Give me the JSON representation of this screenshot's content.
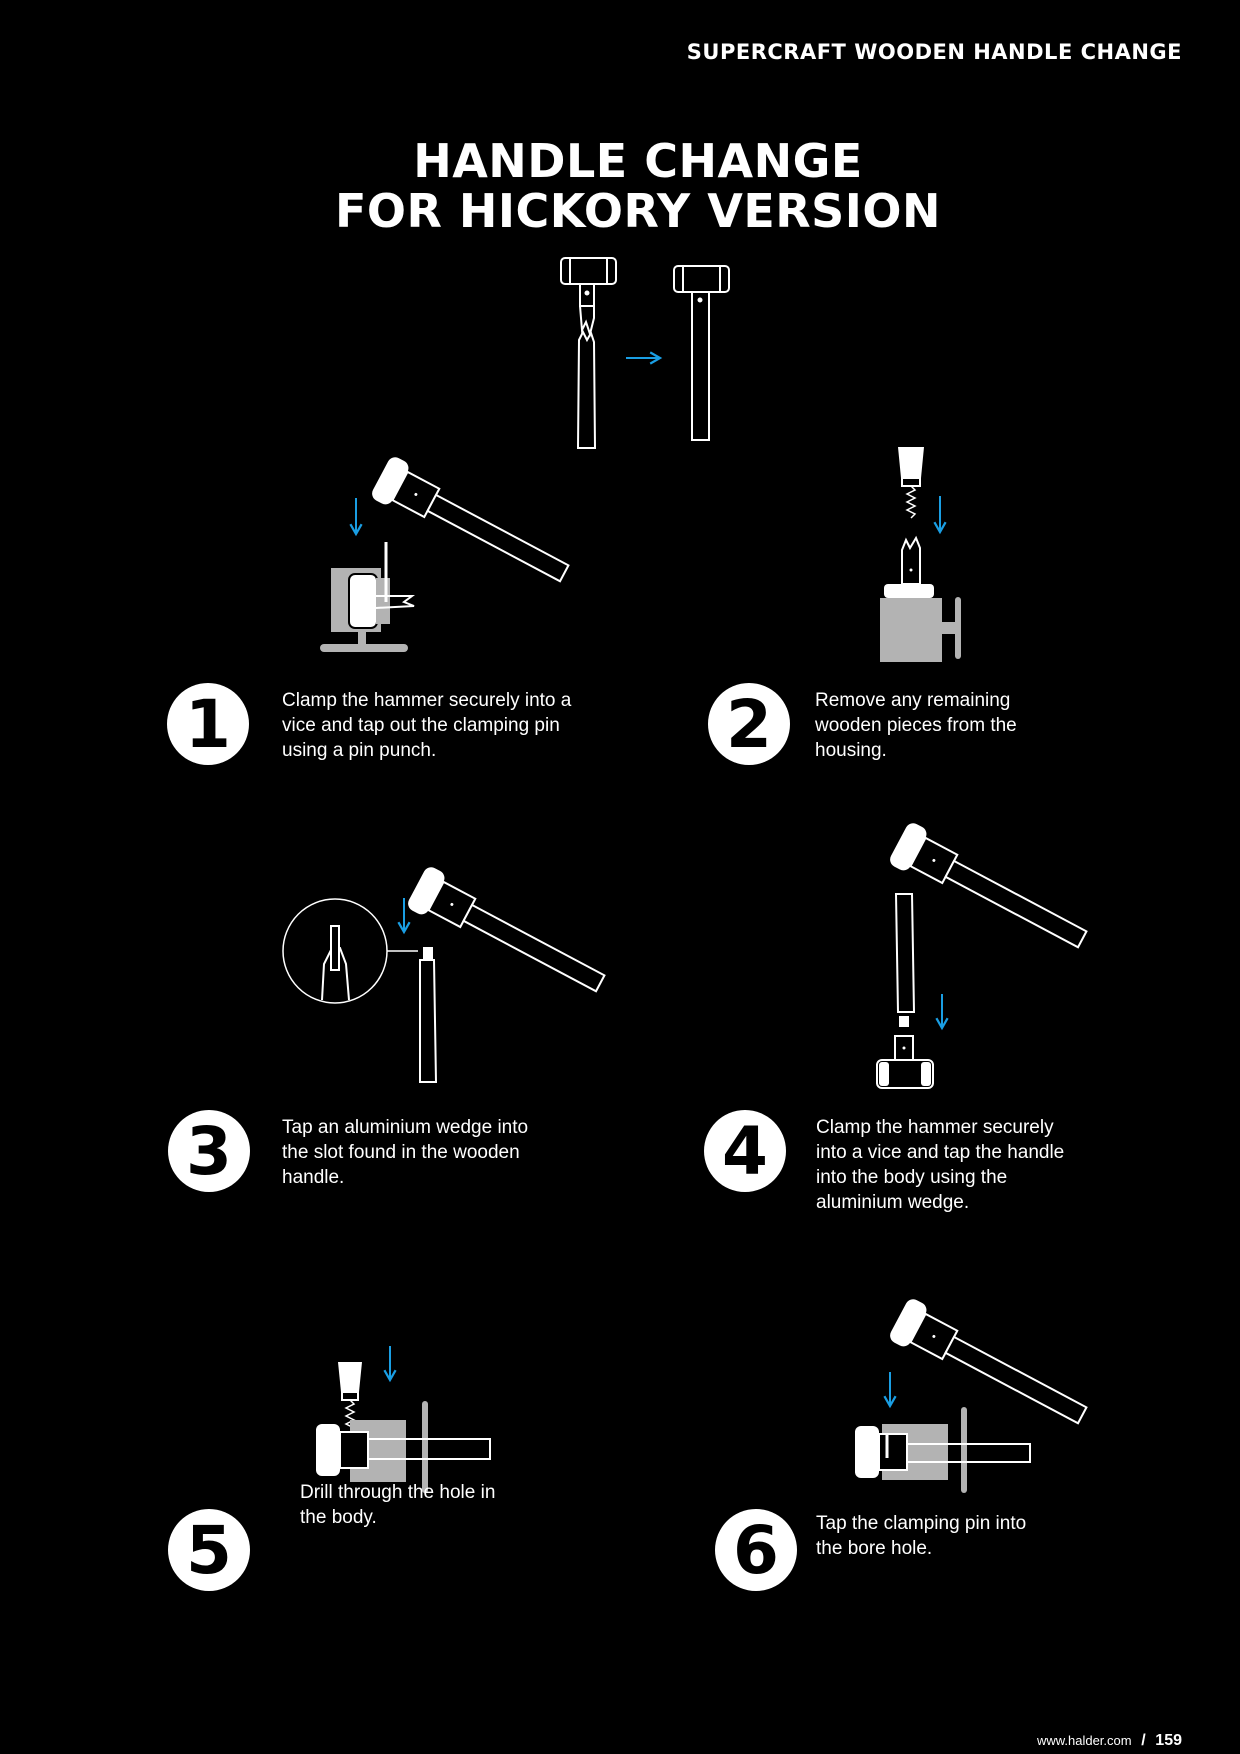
{
  "header": {
    "title": "SUPERCRAFT WOODEN HANDLE CHANGE"
  },
  "title": {
    "line1": "HANDLE CHANGE",
    "line2": "FOR HICKORY VERSION"
  },
  "colors": {
    "background": "#000000",
    "foreground": "#ffffff",
    "accent": "#1a9ee3",
    "vice": "#b3b3b3"
  },
  "steps": [
    {
      "number": "1",
      "text": "Clamp the hammer securely into a vice and tap out the clamping pin using a pin punch."
    },
    {
      "number": "2",
      "text": "Remove any remaining wooden pieces from the housing."
    },
    {
      "number": "3",
      "text": "Tap an aluminium wedge into the slot found in the wooden handle."
    },
    {
      "number": "4",
      "text": "Clamp the hammer securely into a vice and tap the handle into the body using the aluminium wedge."
    },
    {
      "number": "5",
      "text": "Drill through the hole in the body."
    },
    {
      "number": "6",
      "text": "Tap the clamping pin into the bore hole."
    }
  ],
  "footer": {
    "url": "www.halder.com",
    "separator": "/",
    "page": "159"
  }
}
